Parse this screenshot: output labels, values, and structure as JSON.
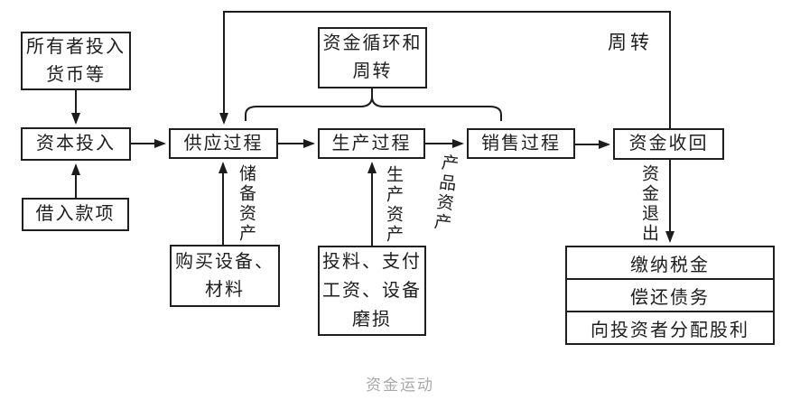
{
  "diagram": {
    "caption": "资金运动",
    "colors": {
      "line": "#1c1c1c",
      "box_border": "#1f1f1f",
      "text": "#1e1e1e",
      "caption_text": "#a9a9a9",
      "background": "#ffffff"
    },
    "boxes": {
      "owner": {
        "line1": "所有者投入",
        "line2": "货币等"
      },
      "capital": {
        "label": "资本投入"
      },
      "borrow": {
        "label": "借入款项"
      },
      "supply": {
        "label": "供应过程"
      },
      "production": {
        "label": "生产过程"
      },
      "sales": {
        "label": "销售过程"
      },
      "recovery": {
        "label": "资金收回"
      },
      "cycle": {
        "line1": "资金循环和",
        "line2": "周转"
      },
      "purchase": {
        "line1": "购买设备、",
        "line2": "材料"
      },
      "inputs": {
        "line1": "投料、支付",
        "line2": "工资、设备",
        "line3": "磨损"
      },
      "outflows": {
        "rows": [
          "缴纳税金",
          "偿还债务",
          "向投资者分配股利"
        ]
      }
    },
    "labels": {
      "turnover": "周转",
      "reserve_assets": "储备资产",
      "production_assets": "生产资产",
      "product_assets": "产品资产",
      "fund_exit": "资金退出"
    }
  }
}
